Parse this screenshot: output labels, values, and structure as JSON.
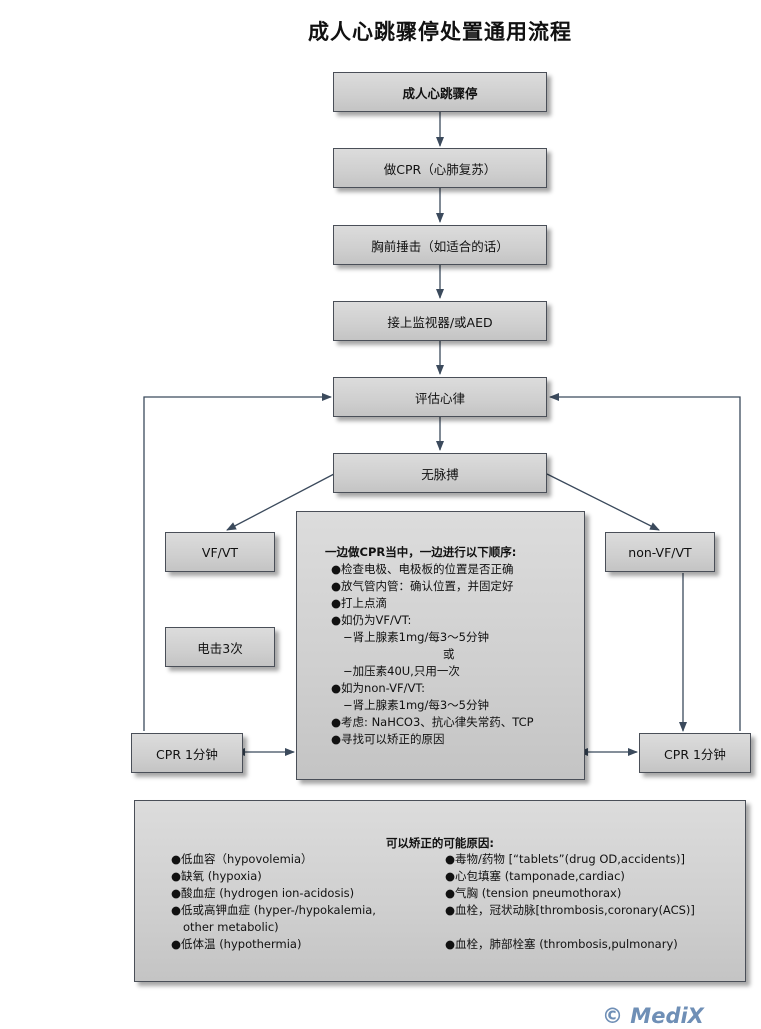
{
  "title": "成人心跳骤停处置通用流程",
  "steps": {
    "arrest": "成人心跳骤停",
    "cpr": "做CPR（心肺复苏）",
    "thump": "胸前捶击（如适合的话）",
    "monitor": "接上监视器/或AED",
    "assess": "评估心律",
    "pulseless": "无脉搏",
    "vfvt": "VF/VT",
    "shock": "电击3次",
    "nonvfvt": "non-VF/VT",
    "cpr_left": "CPR 1分钟",
    "cpr_right": "CPR 1分钟"
  },
  "middle": {
    "heading": "一边做CPR当中，一边进行以下顺序:",
    "lines": [
      "●检查电极、电极板的位置是否正确",
      "●放气管内管：确认位置，并固定好",
      "●打上点滴",
      "●如仍为VF/VT:",
      "−肾上腺素1mg/每3～5分钟",
      "或",
      "−加压素40U,只用一次",
      "●如为non-VF/VT:",
      "−肾上腺素1mg/每3～5分钟",
      "●考虑: NaHCO3、抗心律失常药、TCP",
      "●寻找可以矫正的原因"
    ]
  },
  "causes": {
    "heading": "可以矫正的可能原因:",
    "left": [
      "●低血容（hypovolemia）",
      "●缺氧 (hypoxia)",
      "●酸血症 (hydrogen ion-acidosis)",
      "●低或高钾血症 (hyper-/hypokalemia,",
      "other metabolic)",
      "●低体温 (hypothermia)"
    ],
    "right": [
      "●毒物/药物 [“tablets”(drug OD,accidents)]",
      "●心包填塞 (tamponade,cardiac)",
      "●气胸 (tension pneumothorax)",
      "●血栓，冠状动脉[thrombosis,coronary(ACS)]",
      "",
      "●血栓，肺部栓塞 (thrombosis,pulmonary)"
    ]
  },
  "watermark": "© MediX",
  "colors": {
    "line": "#3b4a5c",
    "box": "#d2d2d2"
  }
}
